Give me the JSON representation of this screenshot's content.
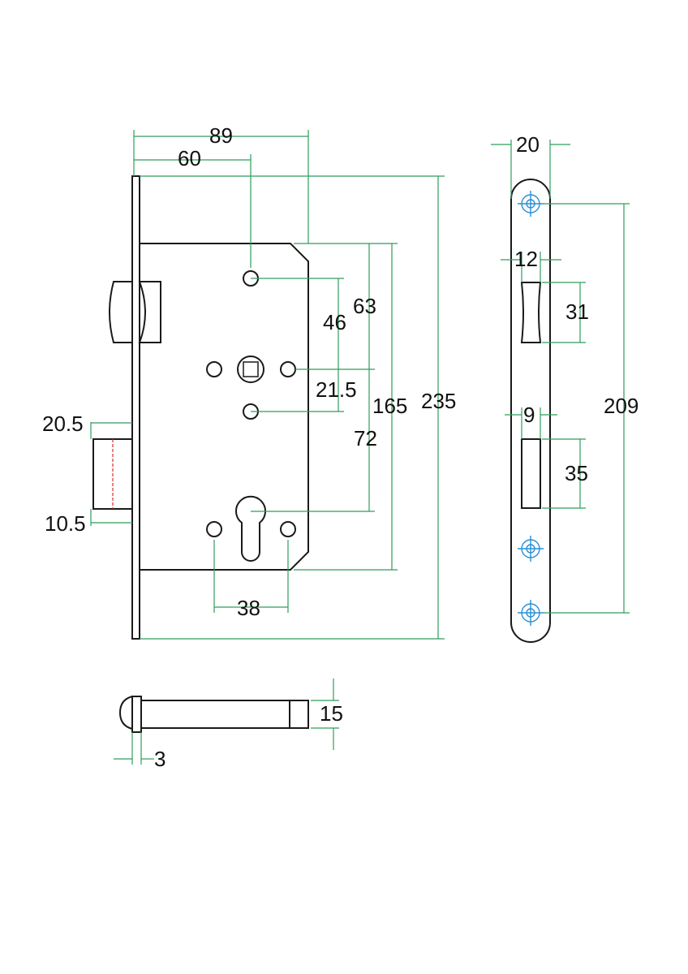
{
  "dimensions": {
    "d89": "89",
    "d60": "60",
    "d20": "20",
    "d12": "12",
    "d63": "63",
    "d46": "46",
    "d31": "31",
    "d21_5": "21.5",
    "d165": "165",
    "d235": "235",
    "d209": "209",
    "d20_5": "20.5",
    "d9": "9",
    "d72": "72",
    "d35": "35",
    "d10_5": "10.5",
    "d38": "38",
    "d15": "15",
    "d3": "3"
  },
  "colors": {
    "outline": "#1a1a1a",
    "dimension_line": "#2e9e5b",
    "screw_hole_cross": "#2a8fd6",
    "bolt_marker": "#d9302c"
  }
}
